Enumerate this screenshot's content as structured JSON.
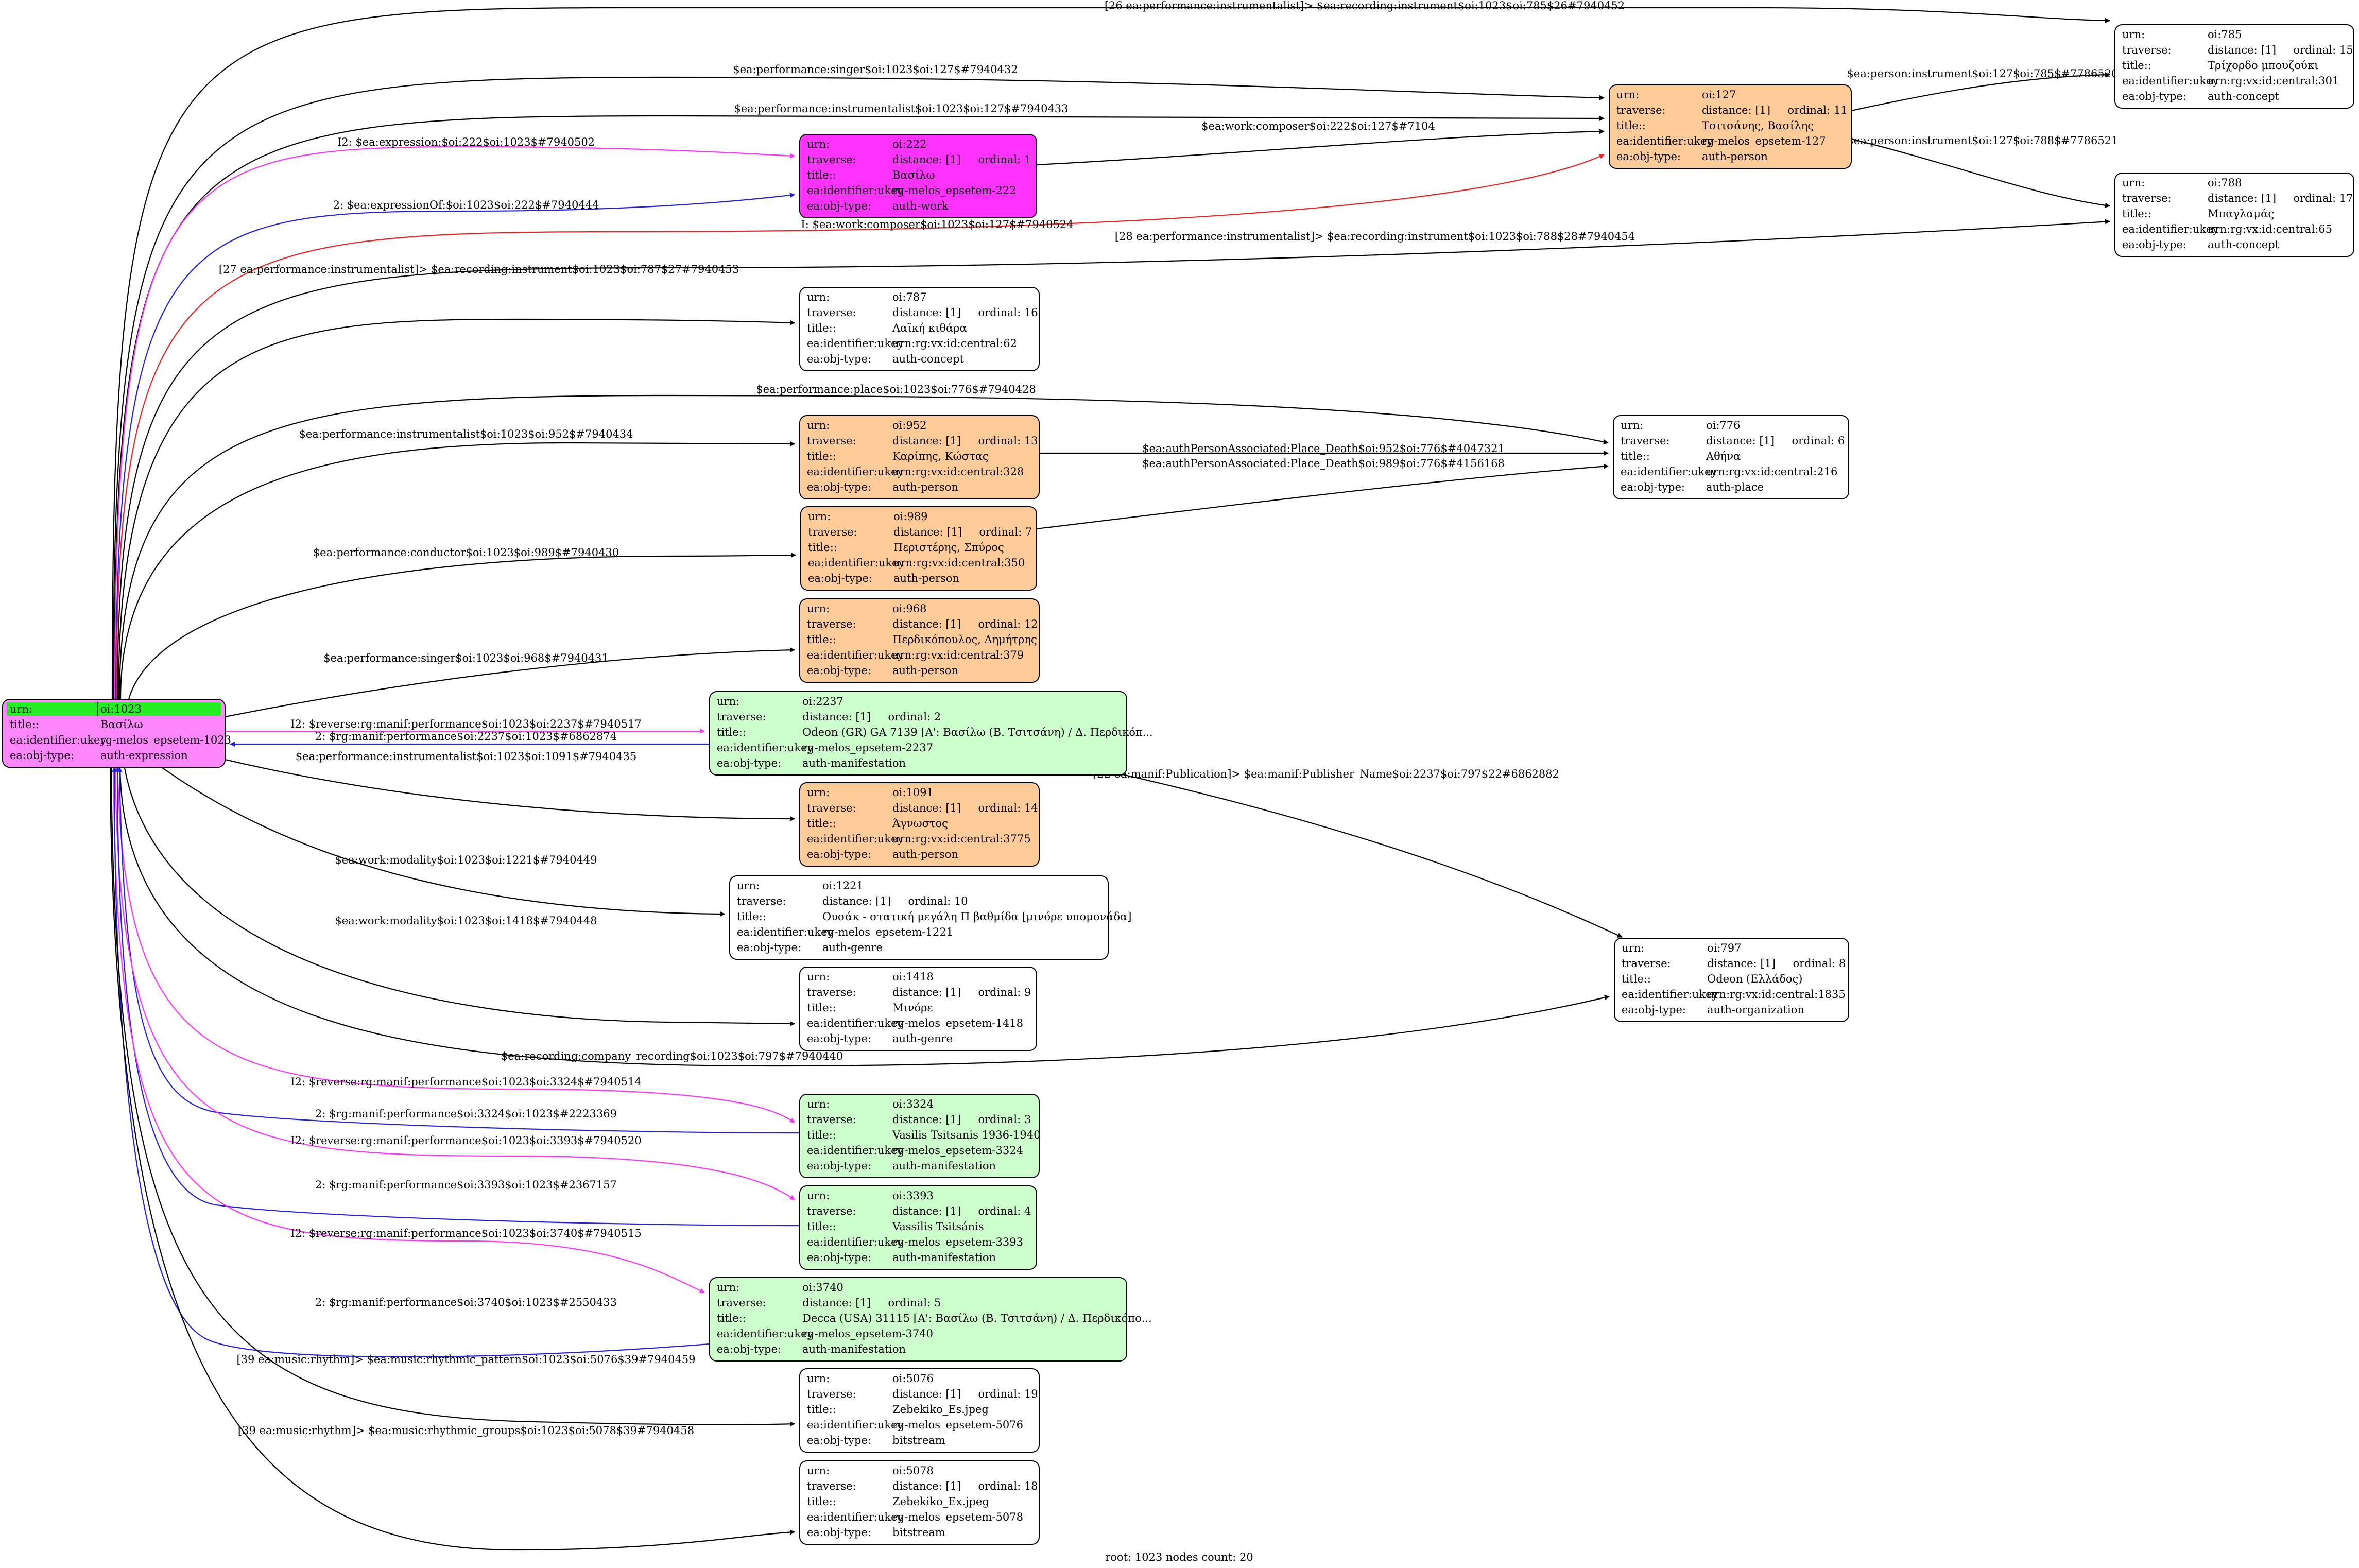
{
  "footer": "root: 1023 nodes count: 20",
  "colors": {
    "root_header": "#22ee22",
    "expression": "#ff88ff",
    "work": "#ff33ff",
    "person": "#ffcc99",
    "manifestation": "#ccffcc",
    "concept": "#ffffff",
    "place": "#ffffff",
    "genre": "#ffffff",
    "organization": "#ffffff",
    "bitstream": "#ffffff",
    "edge_black": "#000000",
    "edge_magenta": "#ff33ff",
    "edge_blue": "#2222dd",
    "edge_red": "#ee2222"
  },
  "nodes": [
    {
      "id": "n1023",
      "type": "expression",
      "root": true,
      "rows": [
        [
          "urn:",
          "oi:1023"
        ],
        [
          "title::",
          "Βασίλω"
        ],
        [
          "ea:identifier:ukey",
          "rg-melos_epsetem-1023"
        ],
        [
          "ea:obj-type:",
          "auth-expression"
        ]
      ]
    },
    {
      "id": "n785",
      "type": "concept",
      "rows": [
        [
          "urn:",
          "oi:785"
        ],
        [
          "traverse:",
          "distance: [1]     ordinal: 15"
        ],
        [
          "title::",
          "Τρίχορδο μπουζούκι"
        ],
        [
          "ea:identifier:ukey",
          "urn:rg:vx:id:central:301"
        ],
        [
          "ea:obj-type:",
          "auth-concept"
        ]
      ]
    },
    {
      "id": "n127",
      "type": "person",
      "rows": [
        [
          "urn:",
          "oi:127"
        ],
        [
          "traverse:",
          "distance: [1]     ordinal: 11"
        ],
        [
          "title::",
          "Τσιτσάνης, Βασίλης"
        ],
        [
          "ea:identifier:ukey",
          "rg-melos_epsetem-127"
        ],
        [
          "ea:obj-type:",
          "auth-person"
        ]
      ]
    },
    {
      "id": "n222",
      "type": "work",
      "rows": [
        [
          "urn:",
          "oi:222"
        ],
        [
          "traverse:",
          "distance: [1]     ordinal: 1"
        ],
        [
          "title::",
          "Βασίλω"
        ],
        [
          "ea:identifier:ukey",
          "rg-melos_epsetem-222"
        ],
        [
          "ea:obj-type:",
          "auth-work"
        ]
      ]
    },
    {
      "id": "n788",
      "type": "concept",
      "rows": [
        [
          "urn:",
          "oi:788"
        ],
        [
          "traverse:",
          "distance: [1]     ordinal: 17"
        ],
        [
          "title::",
          "Μπαγλαμάς"
        ],
        [
          "ea:identifier:ukey",
          "urn:rg:vx:id:central:65"
        ],
        [
          "ea:obj-type:",
          "auth-concept"
        ]
      ]
    },
    {
      "id": "n787",
      "type": "concept",
      "rows": [
        [
          "urn:",
          "oi:787"
        ],
        [
          "traverse:",
          "distance: [1]     ordinal: 16"
        ],
        [
          "title::",
          "Λαϊκή κιθάρα"
        ],
        [
          "ea:identifier:ukey",
          "urn:rg:vx:id:central:62"
        ],
        [
          "ea:obj-type:",
          "auth-concept"
        ]
      ]
    },
    {
      "id": "n952",
      "type": "person",
      "rows": [
        [
          "urn:",
          "oi:952"
        ],
        [
          "traverse:",
          "distance: [1]     ordinal: 13"
        ],
        [
          "title::",
          "Καρίπης, Κώστας"
        ],
        [
          "ea:identifier:ukey",
          "urn:rg:vx:id:central:328"
        ],
        [
          "ea:obj-type:",
          "auth-person"
        ]
      ]
    },
    {
      "id": "n776",
      "type": "place",
      "rows": [
        [
          "urn:",
          "oi:776"
        ],
        [
          "traverse:",
          "distance: [1]     ordinal: 6"
        ],
        [
          "title::",
          "Αθήνα"
        ],
        [
          "ea:identifier:ukey",
          "urn:rg:vx:id:central:216"
        ],
        [
          "ea:obj-type:",
          "auth-place"
        ]
      ]
    },
    {
      "id": "n989",
      "type": "person",
      "rows": [
        [
          "urn:",
          "oi:989"
        ],
        [
          "traverse:",
          "distance: [1]     ordinal: 7"
        ],
        [
          "title::",
          "Περιστέρης, Σπύρος"
        ],
        [
          "ea:identifier:ukey",
          "urn:rg:vx:id:central:350"
        ],
        [
          "ea:obj-type:",
          "auth-person"
        ]
      ]
    },
    {
      "id": "n968",
      "type": "person",
      "rows": [
        [
          "urn:",
          "oi:968"
        ],
        [
          "traverse:",
          "distance: [1]     ordinal: 12"
        ],
        [
          "title::",
          "Περδικόπουλος, Δημήτρης"
        ],
        [
          "ea:identifier:ukey",
          "urn:rg:vx:id:central:379"
        ],
        [
          "ea:obj-type:",
          "auth-person"
        ]
      ]
    },
    {
      "id": "n2237",
      "type": "manifestation",
      "rows": [
        [
          "urn:",
          "oi:2237"
        ],
        [
          "traverse:",
          "distance: [1]     ordinal: 2"
        ],
        [
          "title::",
          "Odeon (GR) GA 7139 [Α': Βασίλω (Β. Τσιτσάνη) / Δ. Περδικόπ..."
        ],
        [
          "ea:identifier:ukey",
          "rg-melos_epsetem-2237"
        ],
        [
          "ea:obj-type:",
          "auth-manifestation"
        ]
      ]
    },
    {
      "id": "n1091",
      "type": "person",
      "rows": [
        [
          "urn:",
          "oi:1091"
        ],
        [
          "traverse:",
          "distance: [1]     ordinal: 14"
        ],
        [
          "title::",
          "Άγνωστος"
        ],
        [
          "ea:identifier:ukey",
          "urn:rg:vx:id:central:3775"
        ],
        [
          "ea:obj-type:",
          "auth-person"
        ]
      ]
    },
    {
      "id": "n1221",
      "type": "genre",
      "rows": [
        [
          "urn:",
          "oi:1221"
        ],
        [
          "traverse:",
          "distance: [1]     ordinal: 10"
        ],
        [
          "title::",
          "Ουσάκ - στατική μεγάλη Π βαθμίδα [μινόρε υπομονάδα]"
        ],
        [
          "ea:identifier:ukey",
          "rg-melos_epsetem-1221"
        ],
        [
          "ea:obj-type:",
          "auth-genre"
        ]
      ]
    },
    {
      "id": "n797",
      "type": "organization",
      "rows": [
        [
          "urn:",
          "oi:797"
        ],
        [
          "traverse:",
          "distance: [1]     ordinal: 8"
        ],
        [
          "title::",
          "Odeon (Ελλάδος)"
        ],
        [
          "ea:identifier:ukey",
          "urn:rg:vx:id:central:1835"
        ],
        [
          "ea:obj-type:",
          "auth-organization"
        ]
      ]
    },
    {
      "id": "n1418",
      "type": "genre",
      "rows": [
        [
          "urn:",
          "oi:1418"
        ],
        [
          "traverse:",
          "distance: [1]     ordinal: 9"
        ],
        [
          "title::",
          "Μινόρε"
        ],
        [
          "ea:identifier:ukey",
          "rg-melos_epsetem-1418"
        ],
        [
          "ea:obj-type:",
          "auth-genre"
        ]
      ]
    },
    {
      "id": "n3324",
      "type": "manifestation",
      "rows": [
        [
          "urn:",
          "oi:3324"
        ],
        [
          "traverse:",
          "distance: [1]     ordinal: 3"
        ],
        [
          "title::",
          "Vasilis Tsitsanis 1936-1940"
        ],
        [
          "ea:identifier:ukey",
          "rg-melos_epsetem-3324"
        ],
        [
          "ea:obj-type:",
          "auth-manifestation"
        ]
      ]
    },
    {
      "id": "n3393",
      "type": "manifestation",
      "rows": [
        [
          "urn:",
          "oi:3393"
        ],
        [
          "traverse:",
          "distance: [1]     ordinal: 4"
        ],
        [
          "title::",
          "Vassilis Tsitsánis"
        ],
        [
          "ea:identifier:ukey",
          "rg-melos_epsetem-3393"
        ],
        [
          "ea:obj-type:",
          "auth-manifestation"
        ]
      ]
    },
    {
      "id": "n3740",
      "type": "manifestation",
      "rows": [
        [
          "urn:",
          "oi:3740"
        ],
        [
          "traverse:",
          "distance: [1]     ordinal: 5"
        ],
        [
          "title::",
          "Decca (USA) 31115 [Α': Βασίλω (Β. Τσιτσάνη) / Δ. Περδικόπο..."
        ],
        [
          "ea:identifier:ukey",
          "rg-melos_epsetem-3740"
        ],
        [
          "ea:obj-type:",
          "auth-manifestation"
        ]
      ]
    },
    {
      "id": "n5076",
      "type": "bitstream",
      "rows": [
        [
          "urn:",
          "oi:5076"
        ],
        [
          "traverse:",
          "distance: [1]     ordinal: 19"
        ],
        [
          "title::",
          "Zebekiko_Es.jpeg"
        ],
        [
          "ea:identifier:ukey",
          "rg-melos_epsetem-5076"
        ],
        [
          "ea:obj-type:",
          "bitstream"
        ]
      ]
    },
    {
      "id": "n5078",
      "type": "bitstream",
      "rows": [
        [
          "urn:",
          "oi:5078"
        ],
        [
          "traverse:",
          "distance: [1]     ordinal: 18"
        ],
        [
          "title::",
          "Zebekiko_Ex.jpeg"
        ],
        [
          "ea:identifier:ukey",
          "rg-melos_epsetem-5078"
        ],
        [
          "ea:obj-type:",
          "bitstream"
        ]
      ]
    }
  ],
  "edges": [
    {
      "id": "e01",
      "from": "n1023",
      "to": "n785",
      "color": "black",
      "label": "[26 ea:performance:instrumentalist]> $ea:recording:instrument$oi:1023$oi:785$26#7940452"
    },
    {
      "id": "e02",
      "from": "n1023",
      "to": "n127",
      "color": "black",
      "label": "$ea:performance:singer$oi:1023$oi:127$#7940432"
    },
    {
      "id": "e03",
      "from": "n1023",
      "to": "n127",
      "color": "black",
      "label": "$ea:performance:instrumentalist$oi:1023$oi:127$#7940433"
    },
    {
      "id": "e04",
      "from": "n1023",
      "to": "n222",
      "color": "magenta",
      "label": "I2: $ea:expression:$oi:222$oi:1023$#7940502"
    },
    {
      "id": "e05",
      "from": "n1023",
      "to": "n222",
      "color": "blue",
      "label": "2: $ea:expressionOf:$oi:1023$oi:222$#7940444"
    },
    {
      "id": "e06",
      "from": "n1023",
      "to": "n127",
      "color": "red",
      "label": "I: $ea:work:composer$oi:1023$oi:127$#7940524"
    },
    {
      "id": "e07",
      "from": "n1023",
      "to": "n788",
      "color": "black",
      "label": "[28 ea:performance:instrumentalist]> $ea:recording:instrument$oi:1023$oi:788$28#7940454"
    },
    {
      "id": "e08",
      "from": "n1023",
      "to": "n787",
      "color": "black",
      "label": "[27 ea:performance:instrumentalist]> $ea:recording:instrument$oi:1023$oi:787$27#7940453"
    },
    {
      "id": "e09",
      "from": "n1023",
      "to": "n776",
      "color": "black",
      "label": "$ea:performance:place$oi:1023$oi:776$#7940428"
    },
    {
      "id": "e10",
      "from": "n1023",
      "to": "n952",
      "color": "black",
      "label": "$ea:performance:instrumentalist$oi:1023$oi:952$#7940434"
    },
    {
      "id": "e11",
      "from": "n1023",
      "to": "n989",
      "color": "black",
      "label": "$ea:performance:conductor$oi:1023$oi:989$#7940430"
    },
    {
      "id": "e12",
      "from": "n1023",
      "to": "n968",
      "color": "black",
      "label": "$ea:performance:singer$oi:1023$oi:968$#7940431"
    },
    {
      "id": "e13",
      "from": "n1023",
      "to": "n2237",
      "color": "magenta",
      "label": "I2: $reverse:rg:manif:performance$oi:1023$oi:2237$#7940517"
    },
    {
      "id": "e14",
      "from": "n2237",
      "to": "n1023",
      "color": "blue",
      "label": "2: $rg:manif:performance$oi:2237$oi:1023$#6862874"
    },
    {
      "id": "e15",
      "from": "n1023",
      "to": "n1091",
      "color": "black",
      "label": "$ea:performance:instrumentalist$oi:1023$oi:1091$#7940435"
    },
    {
      "id": "e16",
      "from": "n1023",
      "to": "n1221",
      "color": "black",
      "label": "$ea:work:modality$oi:1023$oi:1221$#7940449"
    },
    {
      "id": "e17",
      "from": "n1023",
      "to": "n1418",
      "color": "black",
      "label": "$ea:work:modality$oi:1023$oi:1418$#7940448"
    },
    {
      "id": "e18",
      "from": "n1023",
      "to": "n797",
      "color": "black",
      "label": "$ea:recording:company_recording$oi:1023$oi:797$#7940440"
    },
    {
      "id": "e19",
      "from": "n1023",
      "to": "n3324",
      "color": "magenta",
      "label": "I2: $reverse:rg:manif:performance$oi:1023$oi:3324$#7940514"
    },
    {
      "id": "e20",
      "from": "n3324",
      "to": "n1023",
      "color": "blue",
      "label": "2: $rg:manif:performance$oi:3324$oi:1023$#2223369"
    },
    {
      "id": "e21",
      "from": "n1023",
      "to": "n3393",
      "color": "magenta",
      "label": "I2: $reverse:rg:manif:performance$oi:1023$oi:3393$#7940520"
    },
    {
      "id": "e22",
      "from": "n3393",
      "to": "n1023",
      "color": "blue",
      "label": "2: $rg:manif:performance$oi:3393$oi:1023$#2367157"
    },
    {
      "id": "e23",
      "from": "n1023",
      "to": "n3740",
      "color": "magenta",
      "label": "I2: $reverse:rg:manif:performance$oi:1023$oi:3740$#7940515"
    },
    {
      "id": "e24",
      "from": "n3740",
      "to": "n1023",
      "color": "blue",
      "label": "2: $rg:manif:performance$oi:3740$oi:1023$#2550433"
    },
    {
      "id": "e25",
      "from": "n1023",
      "to": "n5076",
      "color": "black",
      "label": "[39 ea:music:rhythm]> $ea:music:rhythmic_pattern$oi:1023$oi:5076$39#7940459"
    },
    {
      "id": "e26",
      "from": "n1023",
      "to": "n5078",
      "color": "black",
      "label": "[39 ea:music:rhythm]> $ea:music:rhythmic_groups$oi:1023$oi:5078$39#7940458"
    },
    {
      "id": "e27",
      "from": "n222",
      "to": "n127",
      "color": "black",
      "label": "$ea:work:composer$oi:222$oi:127$#7104"
    },
    {
      "id": "e28",
      "from": "n127",
      "to": "n785",
      "color": "black",
      "label": "$ea:person:instrument$oi:127$oi:785$#7786520"
    },
    {
      "id": "e29",
      "from": "n127",
      "to": "n788",
      "color": "black",
      "label": "$ea:person:instrument$oi:127$oi:788$#7786521"
    },
    {
      "id": "e30",
      "from": "n952",
      "to": "n776",
      "color": "black",
      "label": "$ea:authPersonAssociated:Place_Death$oi:952$oi:776$#4047321"
    },
    {
      "id": "e31",
      "from": "n989",
      "to": "n776",
      "color": "black",
      "label": "$ea:authPersonAssociated:Place_Death$oi:989$oi:776$#4156168"
    },
    {
      "id": "e32",
      "from": "n2237",
      "to": "n797",
      "color": "black",
      "label": "[22 ea:manif:Publication]> $ea:manif:Publisher_Name$oi:2237$oi:797$22#6862882"
    }
  ]
}
